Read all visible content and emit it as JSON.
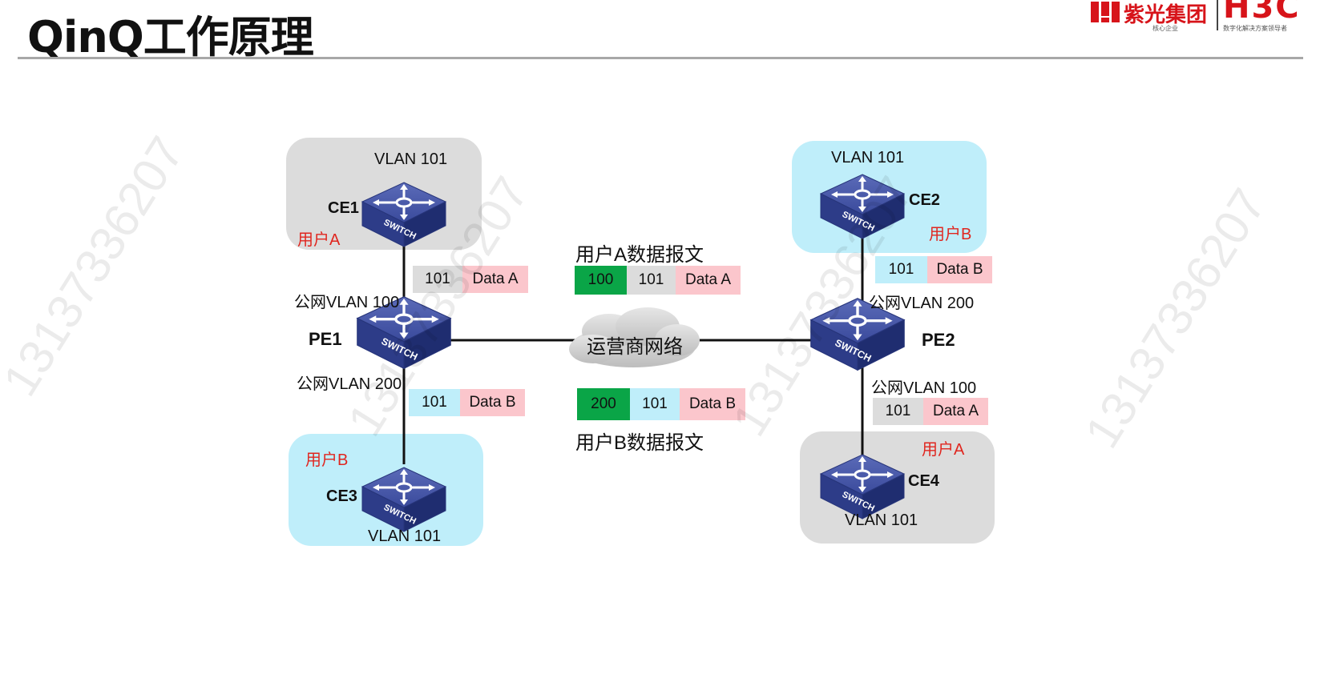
{
  "title": "QinQ工作原理",
  "logo": {
    "cn_name": "紫光集团",
    "brand": "H3C",
    "sub_left": "核心企业",
    "sub_right": "数字化解决方案领导者",
    "color": "#d7141a"
  },
  "watermark": "13137336207",
  "colors": {
    "region_gray": "#dcdcdc",
    "region_cyan": "#bfeefa",
    "packet_pink": "#fbc6cc",
    "packet_green": "#0aa547",
    "label_red": "#e0261f",
    "switch_blue": "#2f3f8f"
  },
  "devices": {
    "ce1": "CE1",
    "ce2": "CE2",
    "ce3": "CE3",
    "ce4": "CE4",
    "pe1": "PE1",
    "pe2": "PE2",
    "switch_text": "SWITCH",
    "icon": "switch-icon"
  },
  "regions": {
    "ce1": {
      "vlan": "VLAN 101",
      "user": "用户A"
    },
    "ce2": {
      "vlan": "VLAN 101",
      "user": "用户B"
    },
    "ce3": {
      "vlan": "VLAN 101",
      "user": "用户B"
    },
    "ce4": {
      "vlan": "VLAN 101",
      "user": "用户A"
    }
  },
  "ports": {
    "pe1_top": "公网VLAN 100",
    "pe1_bottom": "公网VLAN 200",
    "pe2_top": "公网VLAN 200",
    "pe2_bottom": "公网VLAN 100"
  },
  "cloud": {
    "label": "运营商网络",
    "icon": "cloud-icon"
  },
  "packets": {
    "pe1_a": {
      "vlan": "101",
      "data": "Data A"
    },
    "pe1_b": {
      "vlan": "101",
      "data": "Data B"
    },
    "pe2_b": {
      "vlan": "101",
      "data": "Data B"
    },
    "pe2_a": {
      "vlan": "101",
      "data": "Data A"
    },
    "core_a": {
      "title": "用户A数据报文",
      "outer": "100",
      "inner": "101",
      "data": "Data A"
    },
    "core_b": {
      "title": "用户B数据报文",
      "outer": "200",
      "inner": "101",
      "data": "Data B"
    }
  }
}
